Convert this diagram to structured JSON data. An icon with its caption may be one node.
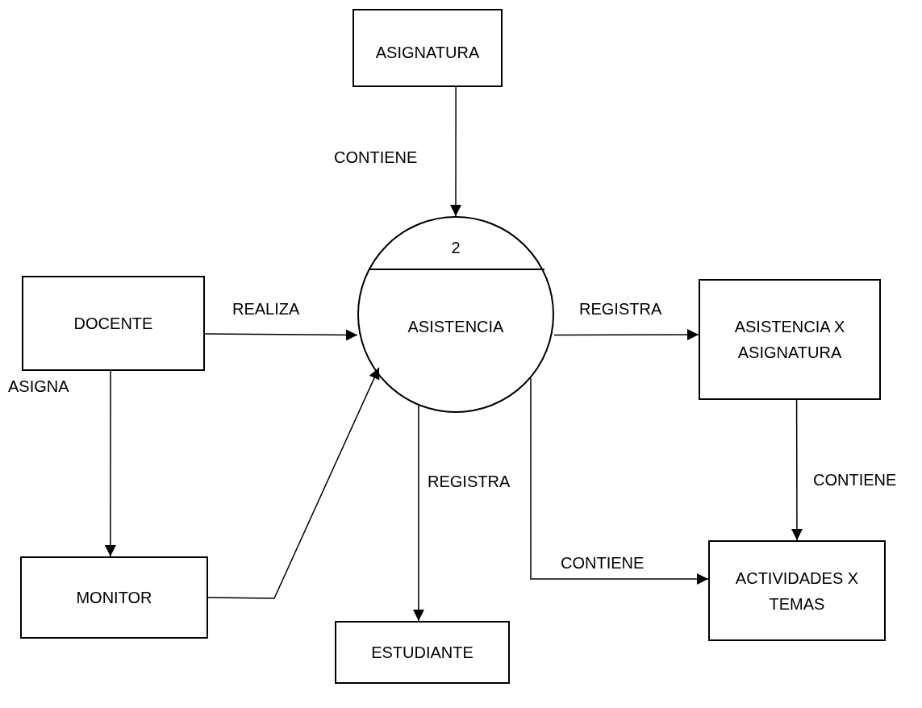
{
  "diagram": {
    "nodes": [
      {
        "text": [
          "ASIGNATURA"
        ]
      },
      {
        "text": [
          "DOCENTE"
        ]
      },
      {
        "text": [
          "2",
          "ASISTENCIA"
        ]
      },
      {
        "text": [
          "ASISTENCIA X ASIGNATURA"
        ]
      },
      {
        "text": [
          "MONITOR"
        ]
      },
      {
        "text": [
          "ACTIVIDADES X TEMAS"
        ]
      },
      {
        "text": [
          "ESTUDIANTE"
        ]
      }
    ],
    "edges": [
      {
        "from": 0,
        "to": 2,
        "arrow": "to",
        "label": "CONTIENE"
      },
      {
        "from": 1,
        "to": 2,
        "arrow": "to",
        "label": "REALIZA"
      },
      {
        "from": 1,
        "to": 4,
        "arrow": "to",
        "label": "ASIGNA"
      },
      {
        "from": 4,
        "to": 2,
        "arrow": "to"
      },
      {
        "from": 2,
        "to": 3,
        "arrow": "to",
        "label": "REGISTRA"
      },
      {
        "from": 2,
        "to": 6,
        "arrow": "to",
        "label": "REGISTRA"
      },
      {
        "from": 2,
        "to": 5,
        "arrow": "to",
        "label": "CONTIENE"
      },
      {
        "from": 3,
        "to": 5,
        "arrow": "to",
        "label": "CONTIENE"
      }
    ]
  }
}
